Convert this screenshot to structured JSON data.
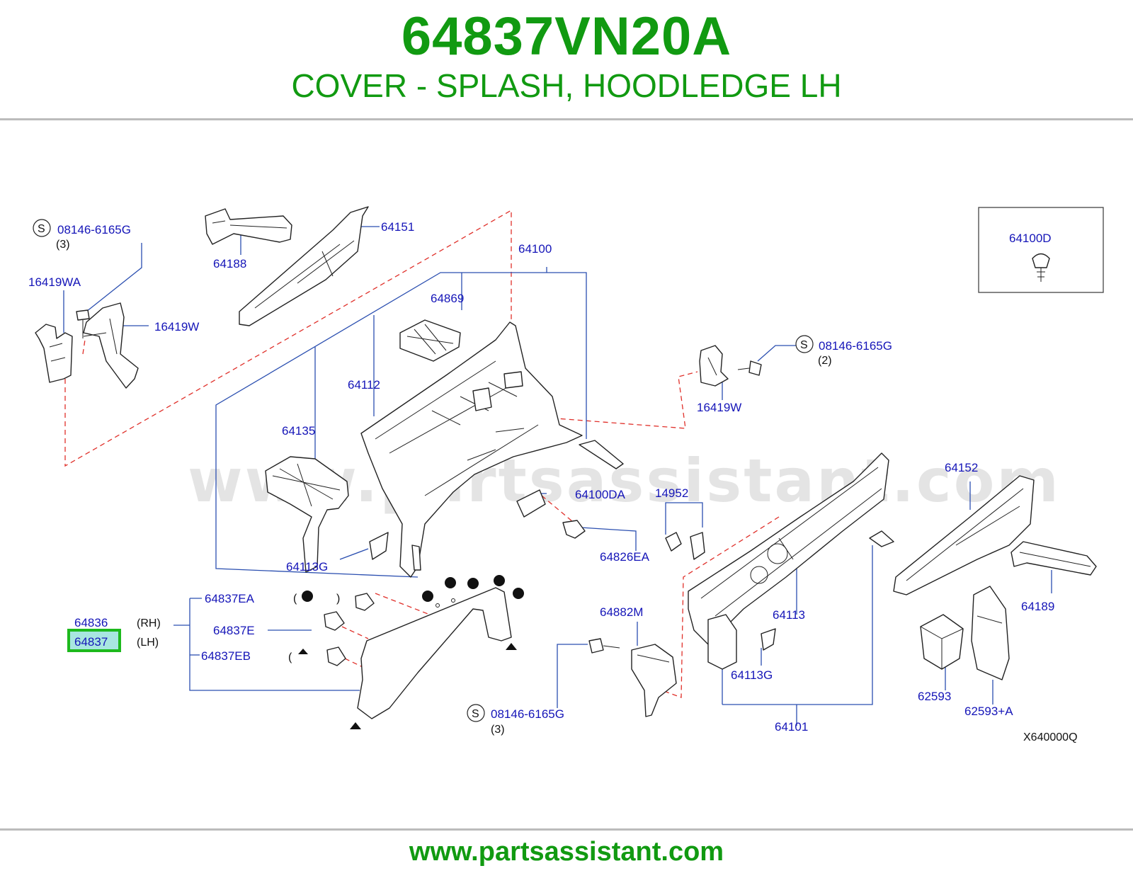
{
  "header": {
    "part_number": "64837VN20A",
    "description": "COVER - SPLASH, HOODLEDGE LH"
  },
  "footer": {
    "url": "www.partsassistant.com"
  },
  "watermark": "www.partsassistant.com",
  "colors": {
    "title_green": "#119a11",
    "label_blue": "#1515b8",
    "leader_blue": "#2b4fb0",
    "dash_red": "#e0302a",
    "highlight_green": "#1db91d",
    "highlight_fill": "#a8e6e0"
  },
  "diagram": {
    "code": "X640000Q",
    "labels": {
      "s_bolt_top_left": "08146-6165G",
      "qty_top_left": "(3)",
      "p16419WA": "16419WA",
      "p16419W_left": "16419W",
      "p64188": "64188",
      "p64151": "64151",
      "p64100": "64100",
      "p64869": "64869",
      "p64112": "64112",
      "p64135": "64135",
      "p64113G_left": "64113G",
      "p64100DA": "64100DA",
      "p64826EA": "64826EA",
      "p14952": "14952",
      "p64152": "64152",
      "p64189": "64189",
      "p64100D": "64100D",
      "s_bolt_right": "08146-6165G",
      "qty_right": "(2)",
      "p16419W_right": "16419W",
      "p64836": "64836",
      "p64837": "64837",
      "rh": "(RH)",
      "lh": "(LH)",
      "p64837EA": "64837EA",
      "p64837E": "64837E",
      "p64837EB": "64837EB",
      "paren_open_ea": "(",
      "paren_close_ea": ")",
      "paren_open_eb": "(",
      "p64882M": "64882M",
      "s_bolt_bottom": "08146-6165G",
      "qty_bottom": "(3)",
      "p64113": "64113",
      "p64113G_right": "64113G",
      "p64101": "64101",
      "p62593": "62593",
      "p62593A": "62593+A",
      "s_symbol": "S"
    }
  }
}
